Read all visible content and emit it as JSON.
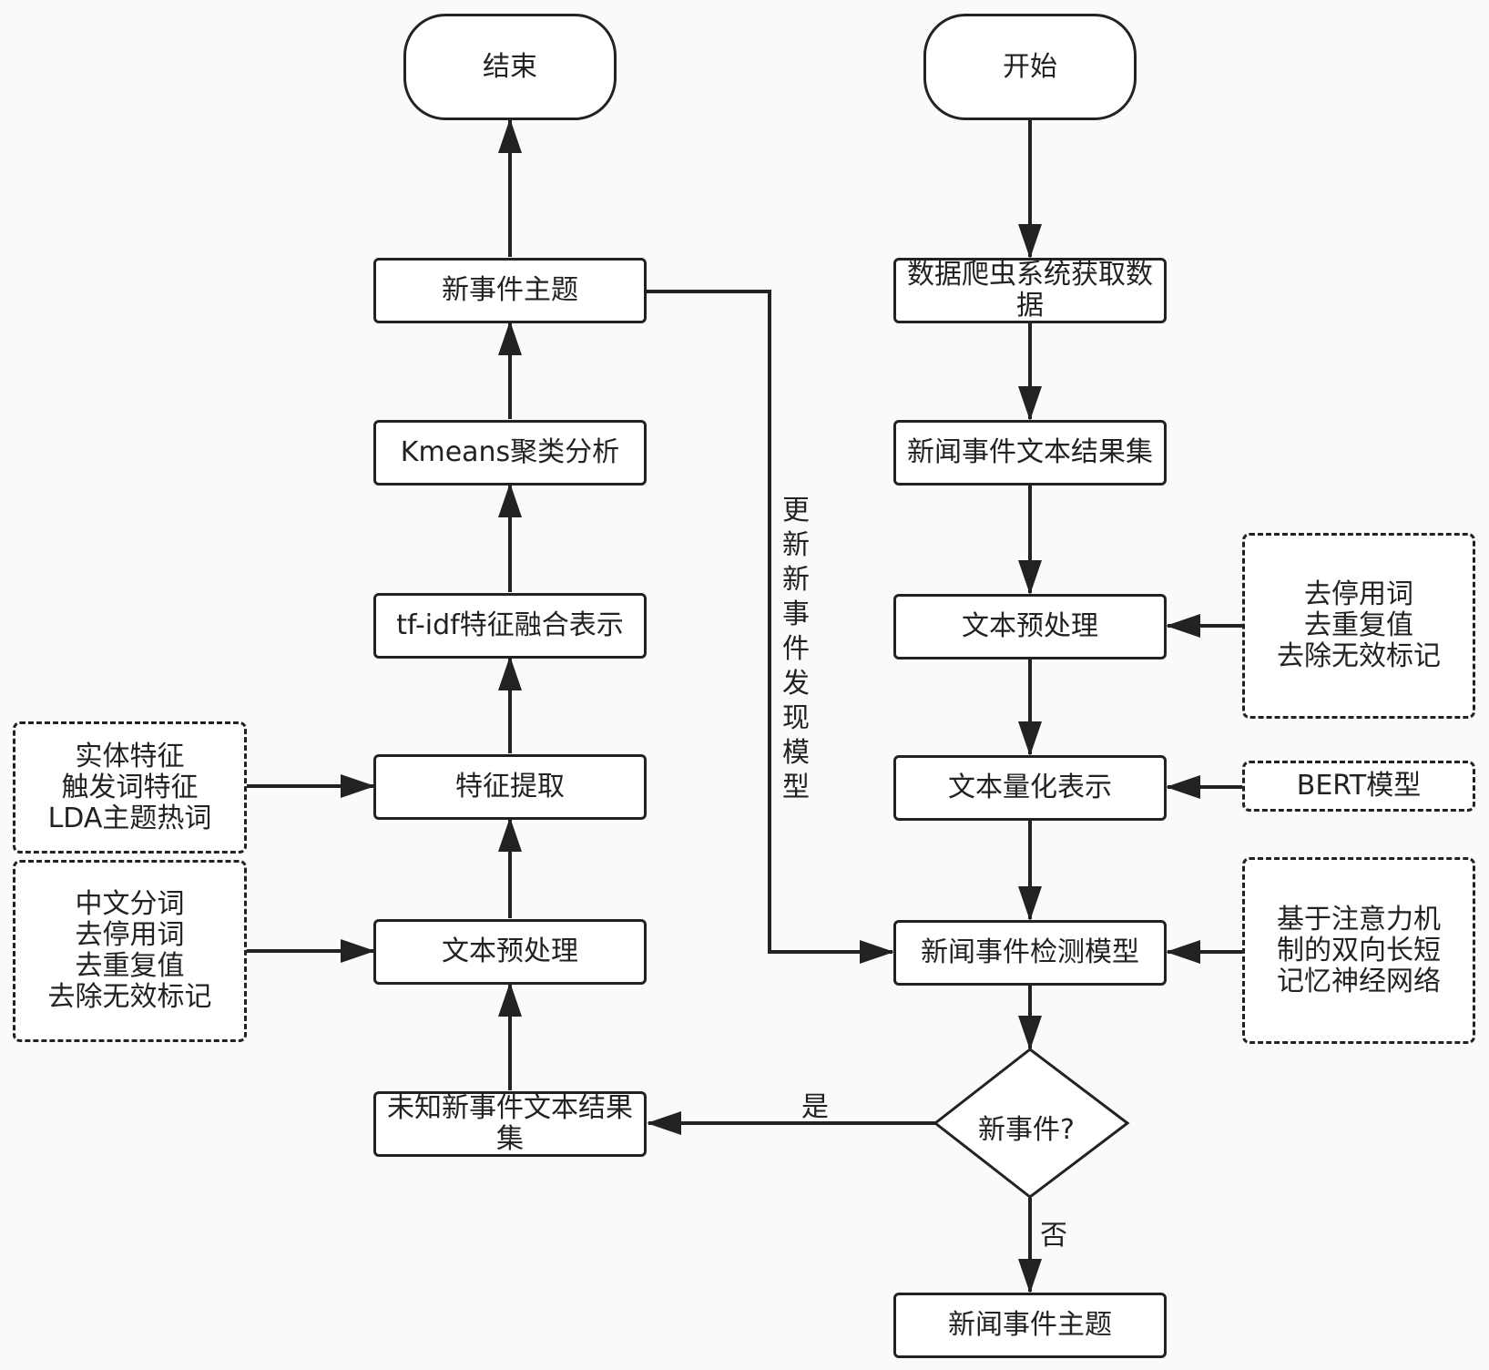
{
  "nodes": {
    "end": "结束",
    "start": "开始",
    "new_topic": "新事件主题",
    "kmeans": "Kmeans聚类分析",
    "tfidf": "tf-idf特征融合表示",
    "feature_extract": "特征提取",
    "preprocess_left": "文本预处理",
    "unknown_set": "未知新事件文本结果集",
    "crawler": "数据爬虫系统获取数据",
    "news_set": "新闻事件文本结果集",
    "preprocess_right": "文本预处理",
    "quantize": "文本量化表示",
    "detect_model": "新闻事件检测模型",
    "decision": "新事件?",
    "news_topic": "新闻事件主题"
  },
  "side_notes": {
    "features": "实体特征\n触发词特征\nLDA主题热词",
    "preprocess_left_steps": "中文分词\n去停用词\n去重复值\n去除无效标记",
    "preprocess_right_steps": "去停用词\n去重复值\n去除无效标记",
    "bert": "BERT模型",
    "lstm": "基于注意力机\n制的双向长短\n记忆神经网络"
  },
  "edge_labels": {
    "yes": "是",
    "no": "否",
    "update": "更新新事件发现模型"
  }
}
